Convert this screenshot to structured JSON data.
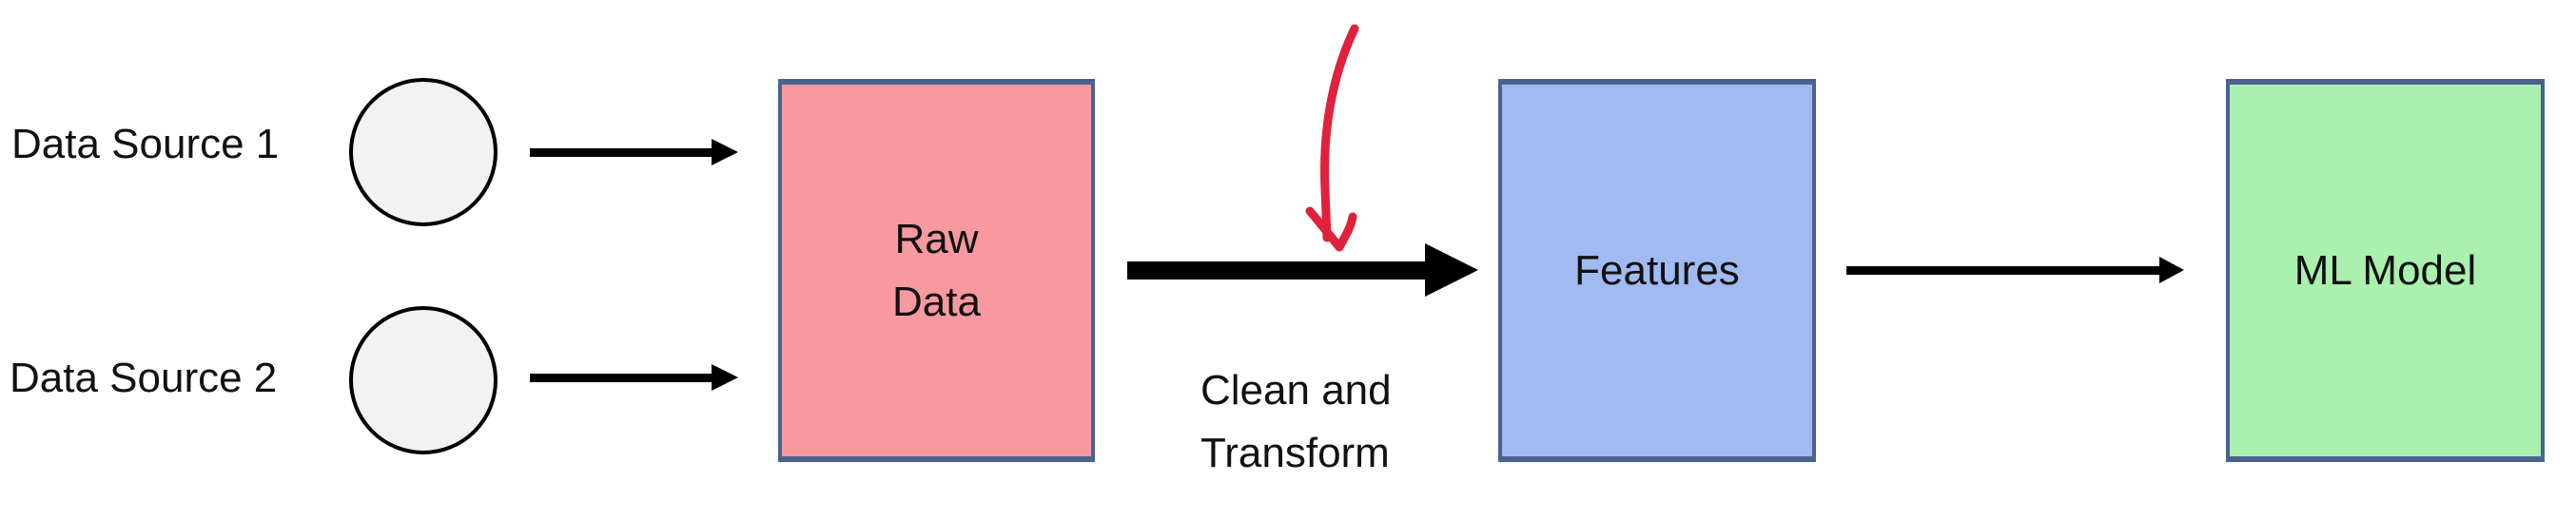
{
  "sources": [
    {
      "label": "Data Source 1"
    },
    {
      "label": "Data Source 2"
    }
  ],
  "boxes": {
    "raw": {
      "line1": "Raw",
      "line2": "Data",
      "color": "#F7999F"
    },
    "features": {
      "label": "Features",
      "color": "#A1BAF1"
    },
    "model": {
      "label": "ML Model",
      "color": "#AAF0AF"
    }
  },
  "transform_label": {
    "line1": "Clean and",
    "line2": "Transform"
  },
  "annotation_color": "#E0213B"
}
